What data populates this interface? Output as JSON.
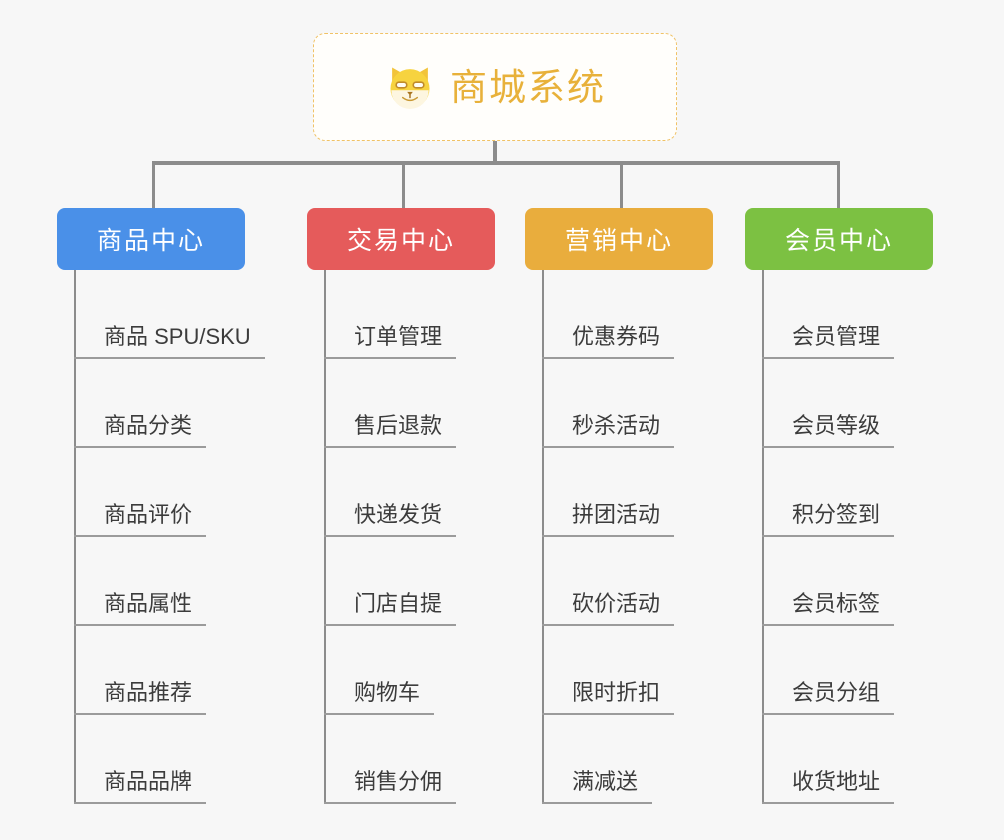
{
  "background_color": "#f7f7f7",
  "root": {
    "title": "商城系统",
    "icon": "shiba-dog-icon",
    "title_color": "#e8b13a",
    "border_color": "#f0c266"
  },
  "connector_color": "#8c8c8c",
  "columns": [
    {
      "label": "商品中心",
      "color": "#4a90e8",
      "items": [
        "商品 SPU/SKU",
        "商品分类",
        "商品评价",
        "商品属性",
        "商品推荐",
        "商品品牌"
      ]
    },
    {
      "label": "交易中心",
      "color": "#e55b5b",
      "items": [
        "订单管理",
        "售后退款",
        "快递发货",
        "门店自提",
        "购物车",
        "销售分佣"
      ]
    },
    {
      "label": "营销中心",
      "color": "#e9ad3d",
      "items": [
        "优惠券码",
        "秒杀活动",
        "拼团活动",
        "砍价活动",
        "限时折扣",
        "满减送"
      ]
    },
    {
      "label": "会员中心",
      "color": "#7cc142",
      "items": [
        "会员管理",
        "会员等级",
        "积分签到",
        "会员标签",
        "会员分组",
        "收货地址"
      ]
    }
  ]
}
